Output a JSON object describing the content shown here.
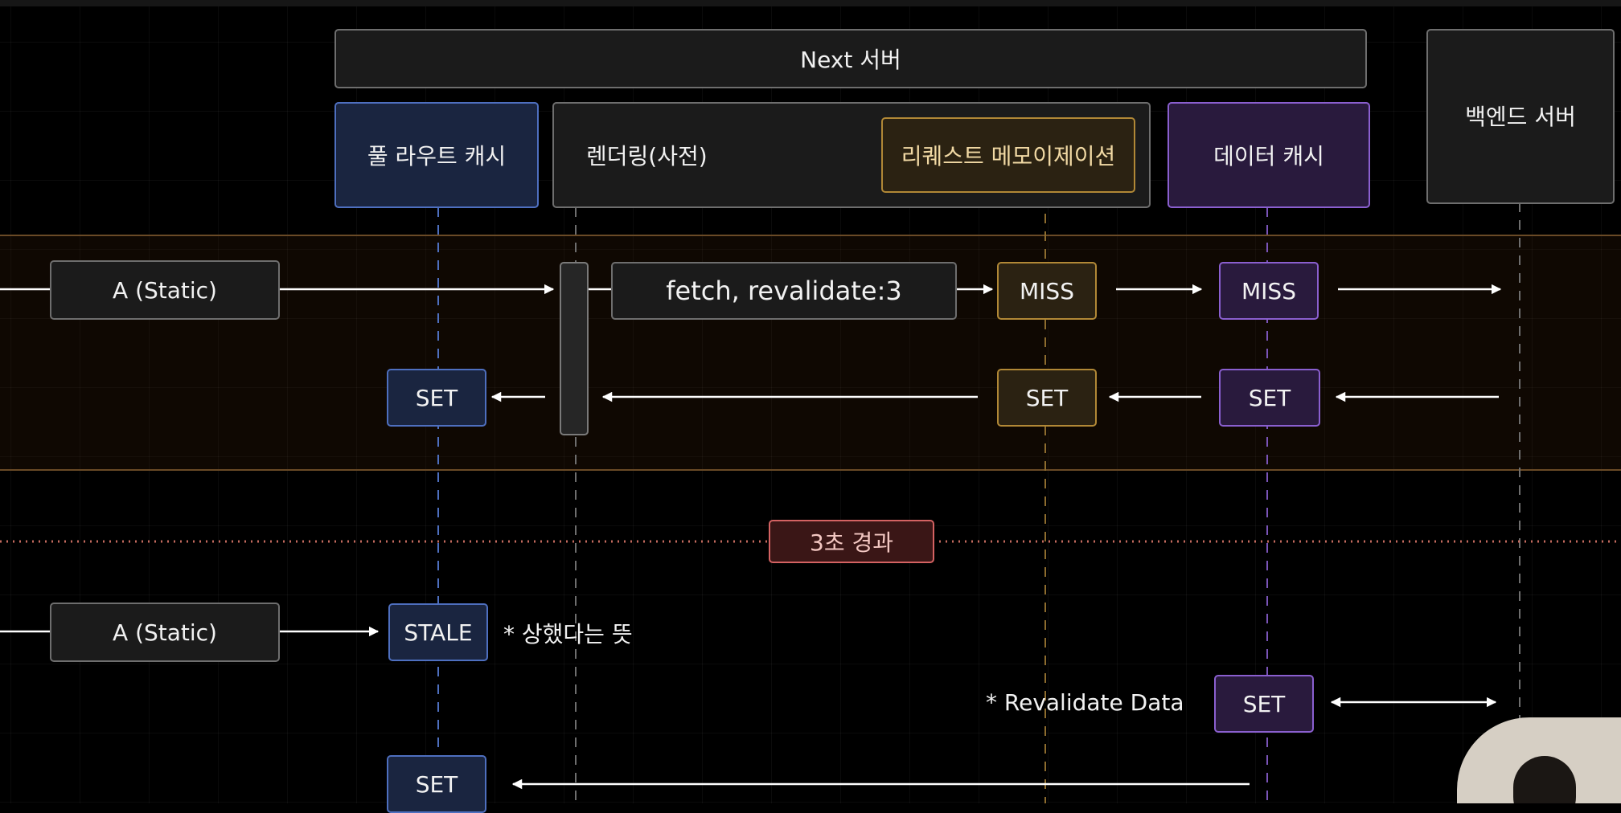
{
  "header": {
    "next_server": "Next 서버",
    "backend_server": "백엔드 서버"
  },
  "columns": {
    "full_route_cache": "풀 라우트 캐시",
    "rendering": "렌더링(사전)",
    "request_memoization": "리퀘스트 메모이제이션",
    "data_cache": "데이터 캐시"
  },
  "first_request": {
    "request_label": "A (Static)",
    "fetch_label": "fetch, revalidate:3",
    "memo_status": "MISS",
    "data_cache_status": "MISS",
    "memo_set": "SET",
    "data_cache_set": "SET",
    "full_route_set": "SET"
  },
  "time_divider": {
    "label": "3초 경과"
  },
  "second_request": {
    "request_label": "A (Static)",
    "stale_label": "STALE",
    "stale_note": "* 상했다는 뜻",
    "revalidate_note": "* Revalidate Data",
    "data_cache_set": "SET",
    "full_route_set": "SET"
  },
  "colors": {
    "full_route_cache": "#4e6fbf",
    "request_memoization": "#b18836",
    "data_cache": "#8a5fcf",
    "time_divider": "#d46262"
  }
}
